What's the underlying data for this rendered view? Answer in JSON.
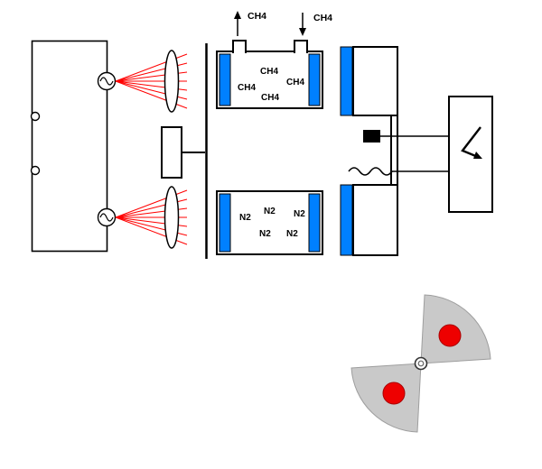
{
  "diagram": {
    "flow": {
      "outlet_label": "CH4",
      "inlet_label": "CH4"
    },
    "sample_cell_labels": [
      "CH4",
      "CH4",
      "CH4",
      "CH4"
    ],
    "reference_cell_labels": [
      "N2",
      "N2",
      "N2",
      "N2",
      "N2"
    ],
    "colors": {
      "window_blue": "#0080ff",
      "beam_red": "#ff0000",
      "blade_gray": "#c9c9c9",
      "blade_edge_gray": "#9e9e9e",
      "marker_red": "#ee0000",
      "electrode_black": "#000000"
    }
  }
}
